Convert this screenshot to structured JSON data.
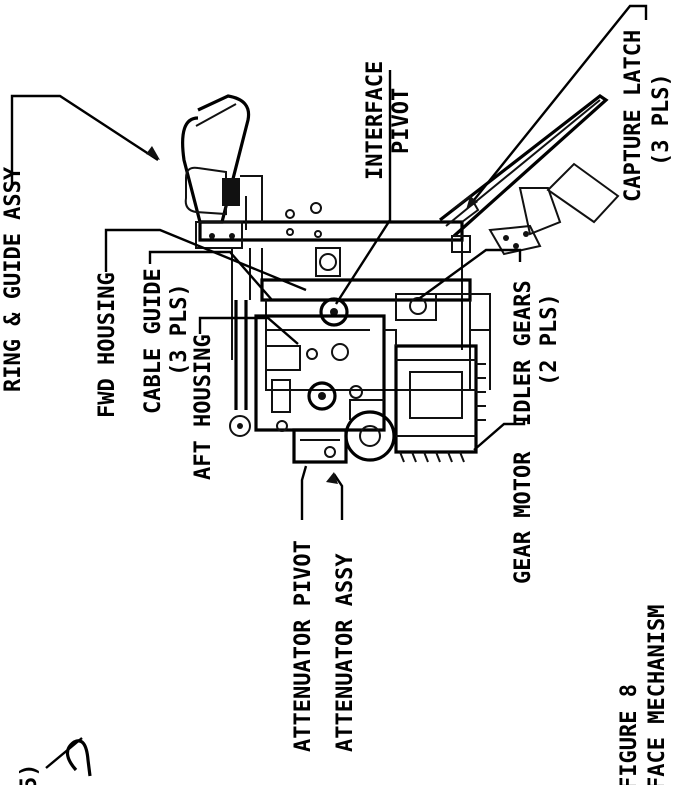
{
  "labels": {
    "ring_guide_assy": "RING & GUIDE ASSY",
    "interface_pivot_1": "INTERFACE",
    "interface_pivot_2": "PIVOT",
    "capture_latch_1": "CAPTURE LATCH",
    "capture_latch_2": "(3 PLS)",
    "fwd_housing": "FWD HOUSING",
    "cable_guide_1": "CABLE GUIDE",
    "cable_guide_2": "(3 PLS)",
    "aft_housing": "AFT HOUSING",
    "idler_gears_1": "IDLER GEARS",
    "idler_gears_2": "(2 PLS)",
    "gear_motor": "GEAR MOTOR",
    "attenuator_pivot": "ATTENUATOR PIVOT",
    "attenuator_assy": "ATTENUATOR ASSY",
    "figure_number": "FIGURE 8",
    "figure_title": "FACE MECHANISM",
    "cut_fragment": "5)"
  }
}
